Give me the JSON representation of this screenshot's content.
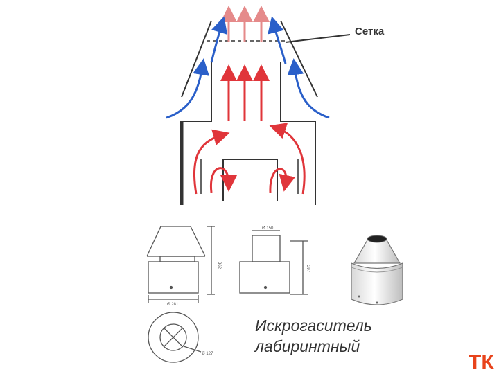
{
  "callout_label": "Сетка",
  "caption": {
    "line1": "Искрогаситель",
    "line2": "лабиринтный"
  },
  "dimensions": {
    "front_height": "362",
    "front_diameter": "Ø 281",
    "side_top_diameter": "Ø 150",
    "side_height": "297",
    "top_view_diameter": "Ø 127"
  },
  "logo": {
    "text": "ТК",
    "color": "#e8431b"
  },
  "colors": {
    "hot_flow": "#e0353a",
    "cold_flow": "#2a5fc9",
    "line": "#333333"
  }
}
